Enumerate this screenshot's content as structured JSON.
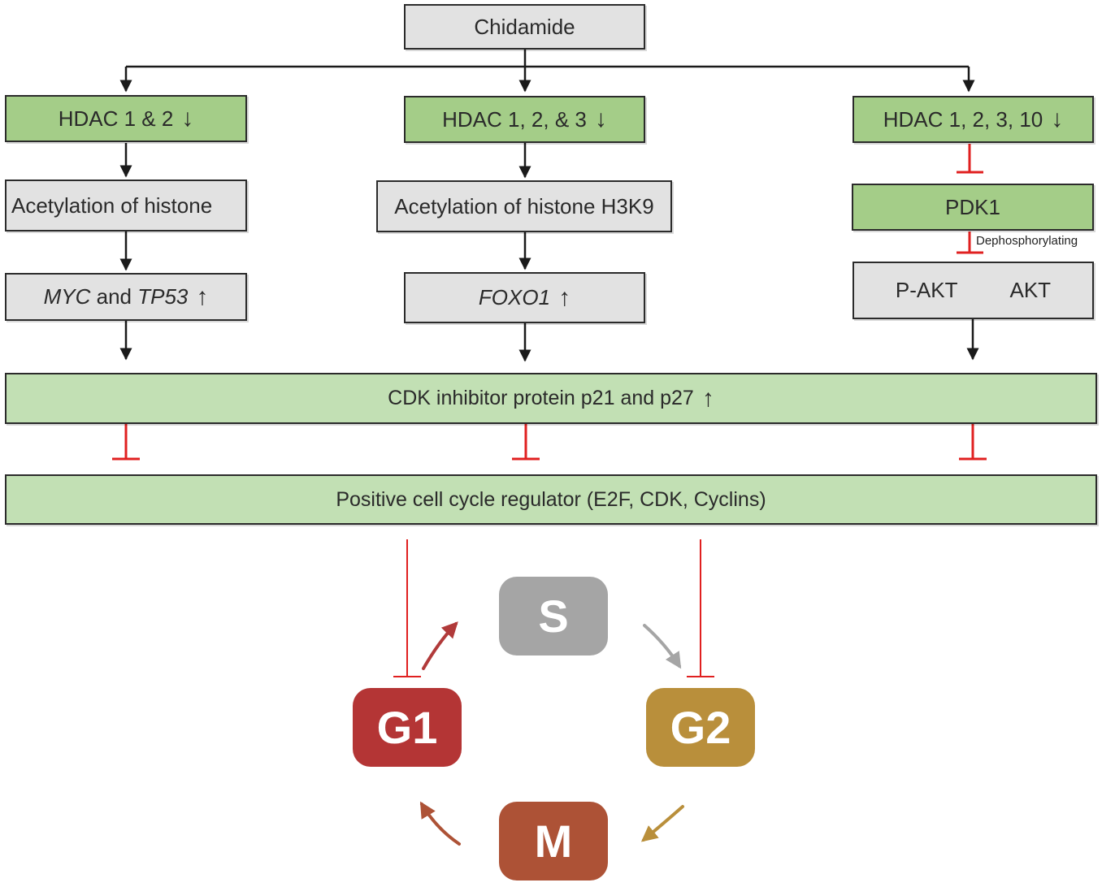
{
  "drug": "Chidamide",
  "branches": [
    {
      "hdac": "HDAC 1 & 2",
      "acetylation": "Acetylation of histone",
      "gene_a": "MYC",
      "gene_join": " and ",
      "gene_b": "TP53"
    },
    {
      "hdac": "HDAC 1, 2, & 3",
      "acetylation": "Acetylation of histone H3K9",
      "gene": "FOXO1"
    },
    {
      "hdac": "HDAC 1, 2, 3, 10",
      "pdk": "PDK1",
      "dephos": "Dephosphorylating",
      "pakt": "P-AKT",
      "akt": "AKT"
    }
  ],
  "cdk_inhibitor": "CDK inhibitor protein p21 and p27",
  "regulator": "Positive cell cycle regulator (E2F, CDK, Cyclins)",
  "arrows": {
    "up": "↑",
    "down": "↓"
  },
  "phases": {
    "s": {
      "label": "S",
      "color": "#a5a5a5"
    },
    "g1": {
      "label": "G1",
      "color": "#b43535"
    },
    "g2": {
      "label": "G2",
      "color": "#b98f3b"
    },
    "m": {
      "label": "M",
      "color": "#ad5236"
    }
  },
  "colors": {
    "inhibit": "#e02020",
    "box_grey": "#e2e2e2",
    "box_green": "#a4cd88",
    "box_lightgreen": "#c2e0b4"
  }
}
